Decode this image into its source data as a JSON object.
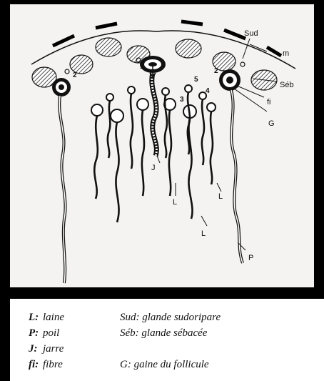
{
  "diagram": {
    "labels": {
      "sud": "Sud",
      "m": "m",
      "seb": "Séb",
      "fi": "fi",
      "g": "G",
      "j": "J",
      "l1": "L",
      "l2": "L",
      "l3": "L",
      "p": "P",
      "n1": "1",
      "n2a": "2",
      "n2b": "2",
      "n3": "3",
      "n4": "4",
      "n5": "5"
    }
  },
  "legend": {
    "rows": [
      {
        "key": "L:",
        "value": "laine",
        "right": "Sud: glande sudoripare"
      },
      {
        "key": "P:",
        "value": "poil",
        "right": "Séb: glande sébacée"
      },
      {
        "key": "J:",
        "value": "jarre",
        "right": ""
      },
      {
        "key": "fi:",
        "value": "fibre",
        "right": "G: gaine du follicule"
      }
    ]
  }
}
